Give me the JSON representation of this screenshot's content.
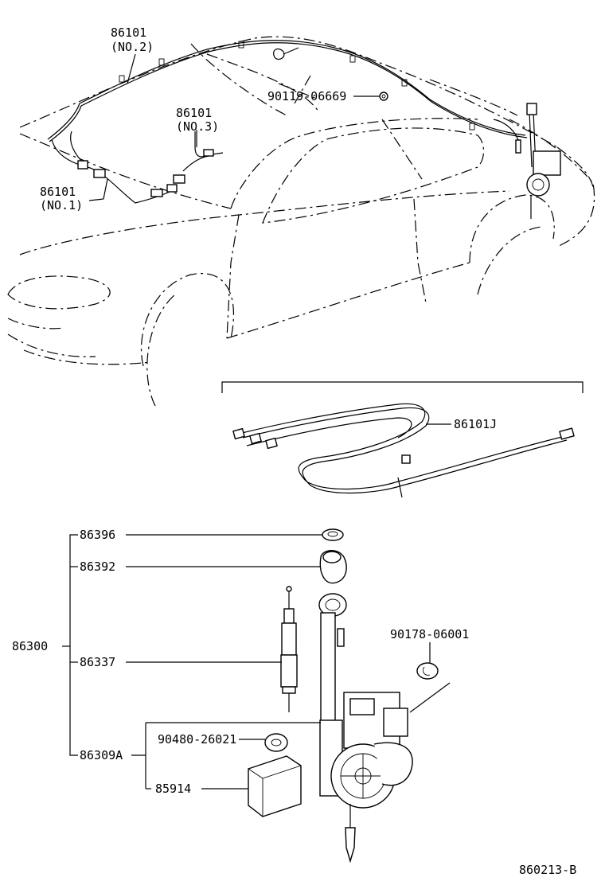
{
  "labels": {
    "harness_no2_num": "86101",
    "harness_no2_sub": "(NO.2)",
    "harness_no3_num": "86101",
    "harness_no3_sub": "(NO.3)",
    "harness_no1_num": "86101",
    "harness_no1_sub": "(NO.1)",
    "grommet": "90119-06669",
    "cord_assy": "86101J",
    "nut": "86396",
    "bezel": "86392",
    "antenna_assy": "86300",
    "mast": "86337",
    "motor_assy": "86309A",
    "cushion": "90480-26021",
    "relay": "85914",
    "bolt": "90178-06001",
    "diagram_code": "860213-B"
  }
}
